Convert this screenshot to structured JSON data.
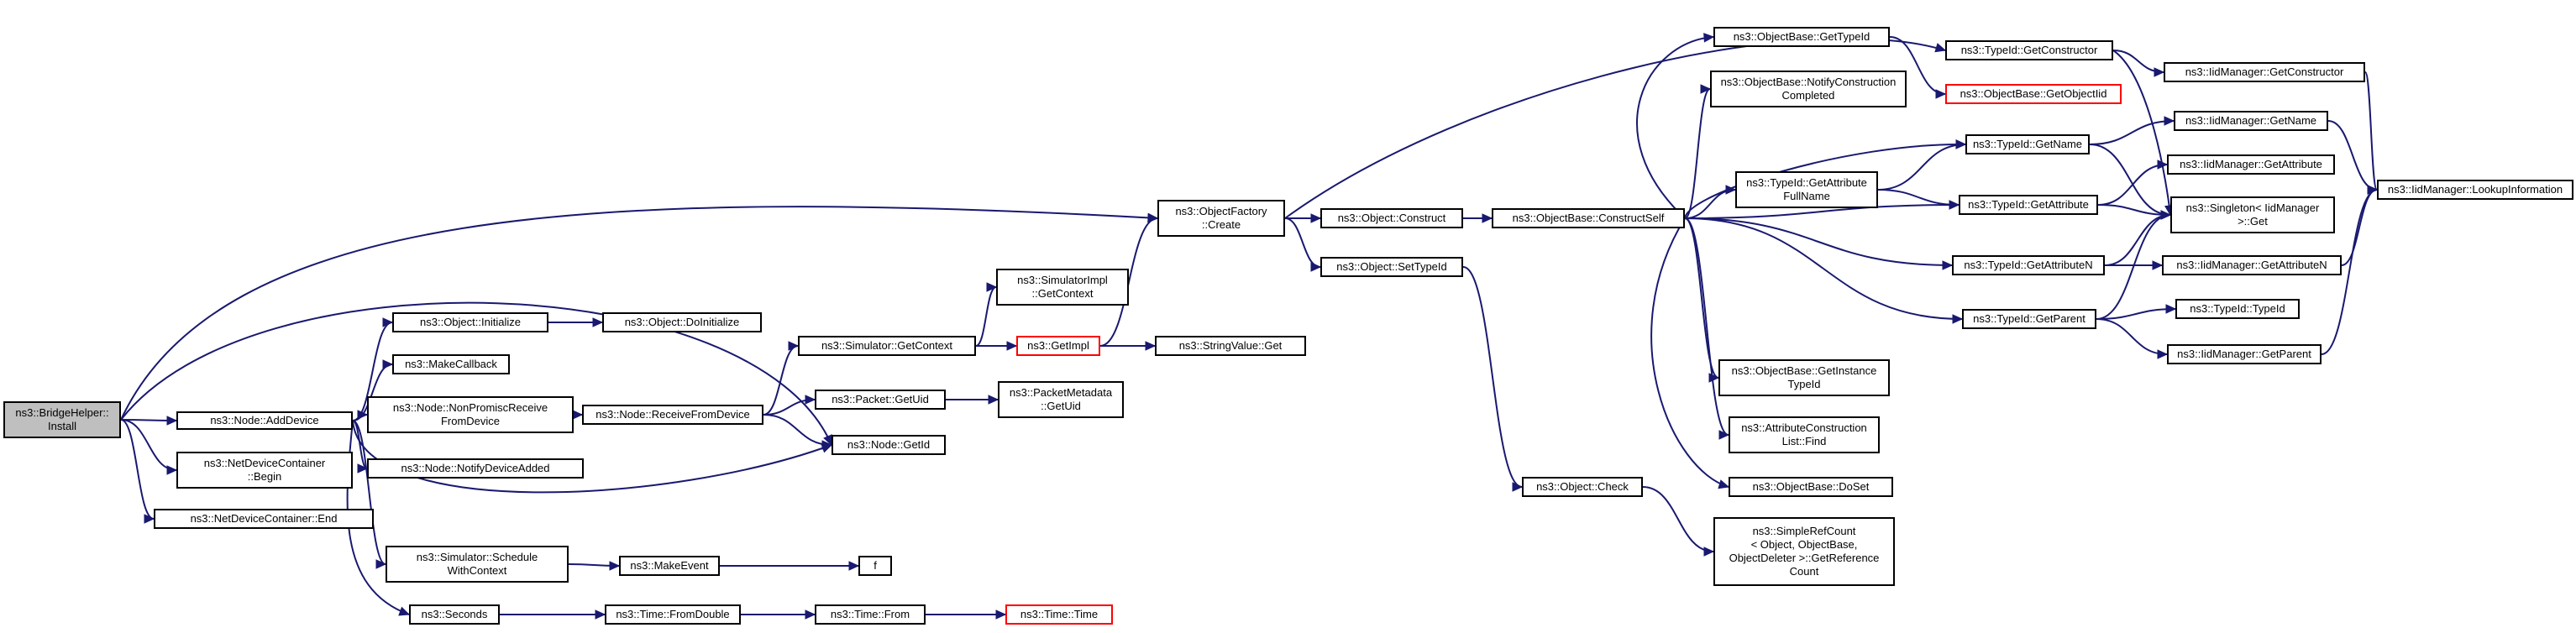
{
  "colors": {
    "edge": "#191970",
    "node_border": "#000000",
    "truncated_border": "#ff0000",
    "root_fill": "#bfbfbf",
    "background": "#ffffff"
  },
  "nodes": {
    "bridgehelper_install": "ns3::BridgeHelper::\nInstall",
    "node_adddevice": "ns3::Node::AddDevice",
    "netdevicecontainer_begin": "ns3::NetDeviceContainer\n::Begin",
    "netdevicecontainer_end": "ns3::NetDeviceContainer::End",
    "object_initialize": "ns3::Object::Initialize",
    "object_doinitialize": "ns3::Object::DoInitialize",
    "makecallback": "ns3::MakeCallback",
    "node_nonpromiscreceivefromdevice": "ns3::Node::NonPromiscReceive\nFromDevice",
    "node_receivefromdevice": "ns3::Node::ReceiveFromDevice",
    "node_notifydeviceadded": "ns3::Node::NotifyDeviceAdded",
    "simulator_getcontext": "ns3::Simulator::GetContext",
    "simulatorimpl_getcontext": "ns3::SimulatorImpl\n::GetContext",
    "getimpl": "ns3::GetImpl",
    "stringvalue_get": "ns3::StringValue::Get",
    "packet_getuid": "ns3::Packet::GetUid",
    "packetmetadata_getuid": "ns3::PacketMetadata\n::GetUid",
    "node_getid": "ns3::Node::GetId",
    "simulator_schedulewithcontext": "ns3::Simulator::Schedule\nWithContext",
    "makeevent": "ns3::MakeEvent",
    "f": "f",
    "seconds": "ns3::Seconds",
    "time_fromdouble": "ns3::Time::FromDouble",
    "time_from": "ns3::Time::From",
    "time_time": "ns3::Time::Time",
    "objectfactory_create": "ns3::ObjectFactory\n::Create",
    "object_construct": "ns3::Object::Construct",
    "object_settypeid": "ns3::Object::SetTypeId",
    "objectbase_constructself": "ns3::ObjectBase::ConstructSelf",
    "object_check": "ns3::Object::Check",
    "simplerefcount_getreferencecount": "ns3::SimpleRefCount\n< Object, ObjectBase,\nObjectDeleter >::GetReference\nCount",
    "objectbase_gettypeid": "ns3::ObjectBase::GetTypeId",
    "objectbase_notifyconstructioncompleted": "ns3::ObjectBase::NotifyConstruction\nCompleted",
    "typeid_getattributefullname": "ns3::TypeId::GetAttribute\nFullName",
    "objectbase_getinstancetypeid": "ns3::ObjectBase::GetInstance\nTypeId",
    "attributeconstructionlist_find": "ns3::AttributeConstruction\nList::Find",
    "objectbase_doset": "ns3::ObjectBase::DoSet",
    "typeid_getconstructor": "ns3::TypeId::GetConstructor",
    "objectbase_getobjectiid": "ns3::ObjectBase::GetObjectIid",
    "typeid_getname": "ns3::TypeId::GetName",
    "typeid_getattribute": "ns3::TypeId::GetAttribute",
    "typeid_getattributen": "ns3::TypeId::GetAttributeN",
    "typeid_getparent": "ns3::TypeId::GetParent",
    "iidmanager_getconstructor": "ns3::IidManager::GetConstructor",
    "iidmanager_getname": "ns3::IidManager::GetName",
    "iidmanager_getattribute": "ns3::IidManager::GetAttribute",
    "singleton_iidmanager_get": "ns3::Singleton< IidManager\n >::Get",
    "iidmanager_getattributen": "ns3::IidManager::GetAttributeN",
    "typeid_typeid": "ns3::TypeId::TypeId",
    "iidmanager_getparent": "ns3::IidManager::GetParent",
    "iidmanager_lookupinformation": "ns3::IidManager::LookupInformation"
  }
}
